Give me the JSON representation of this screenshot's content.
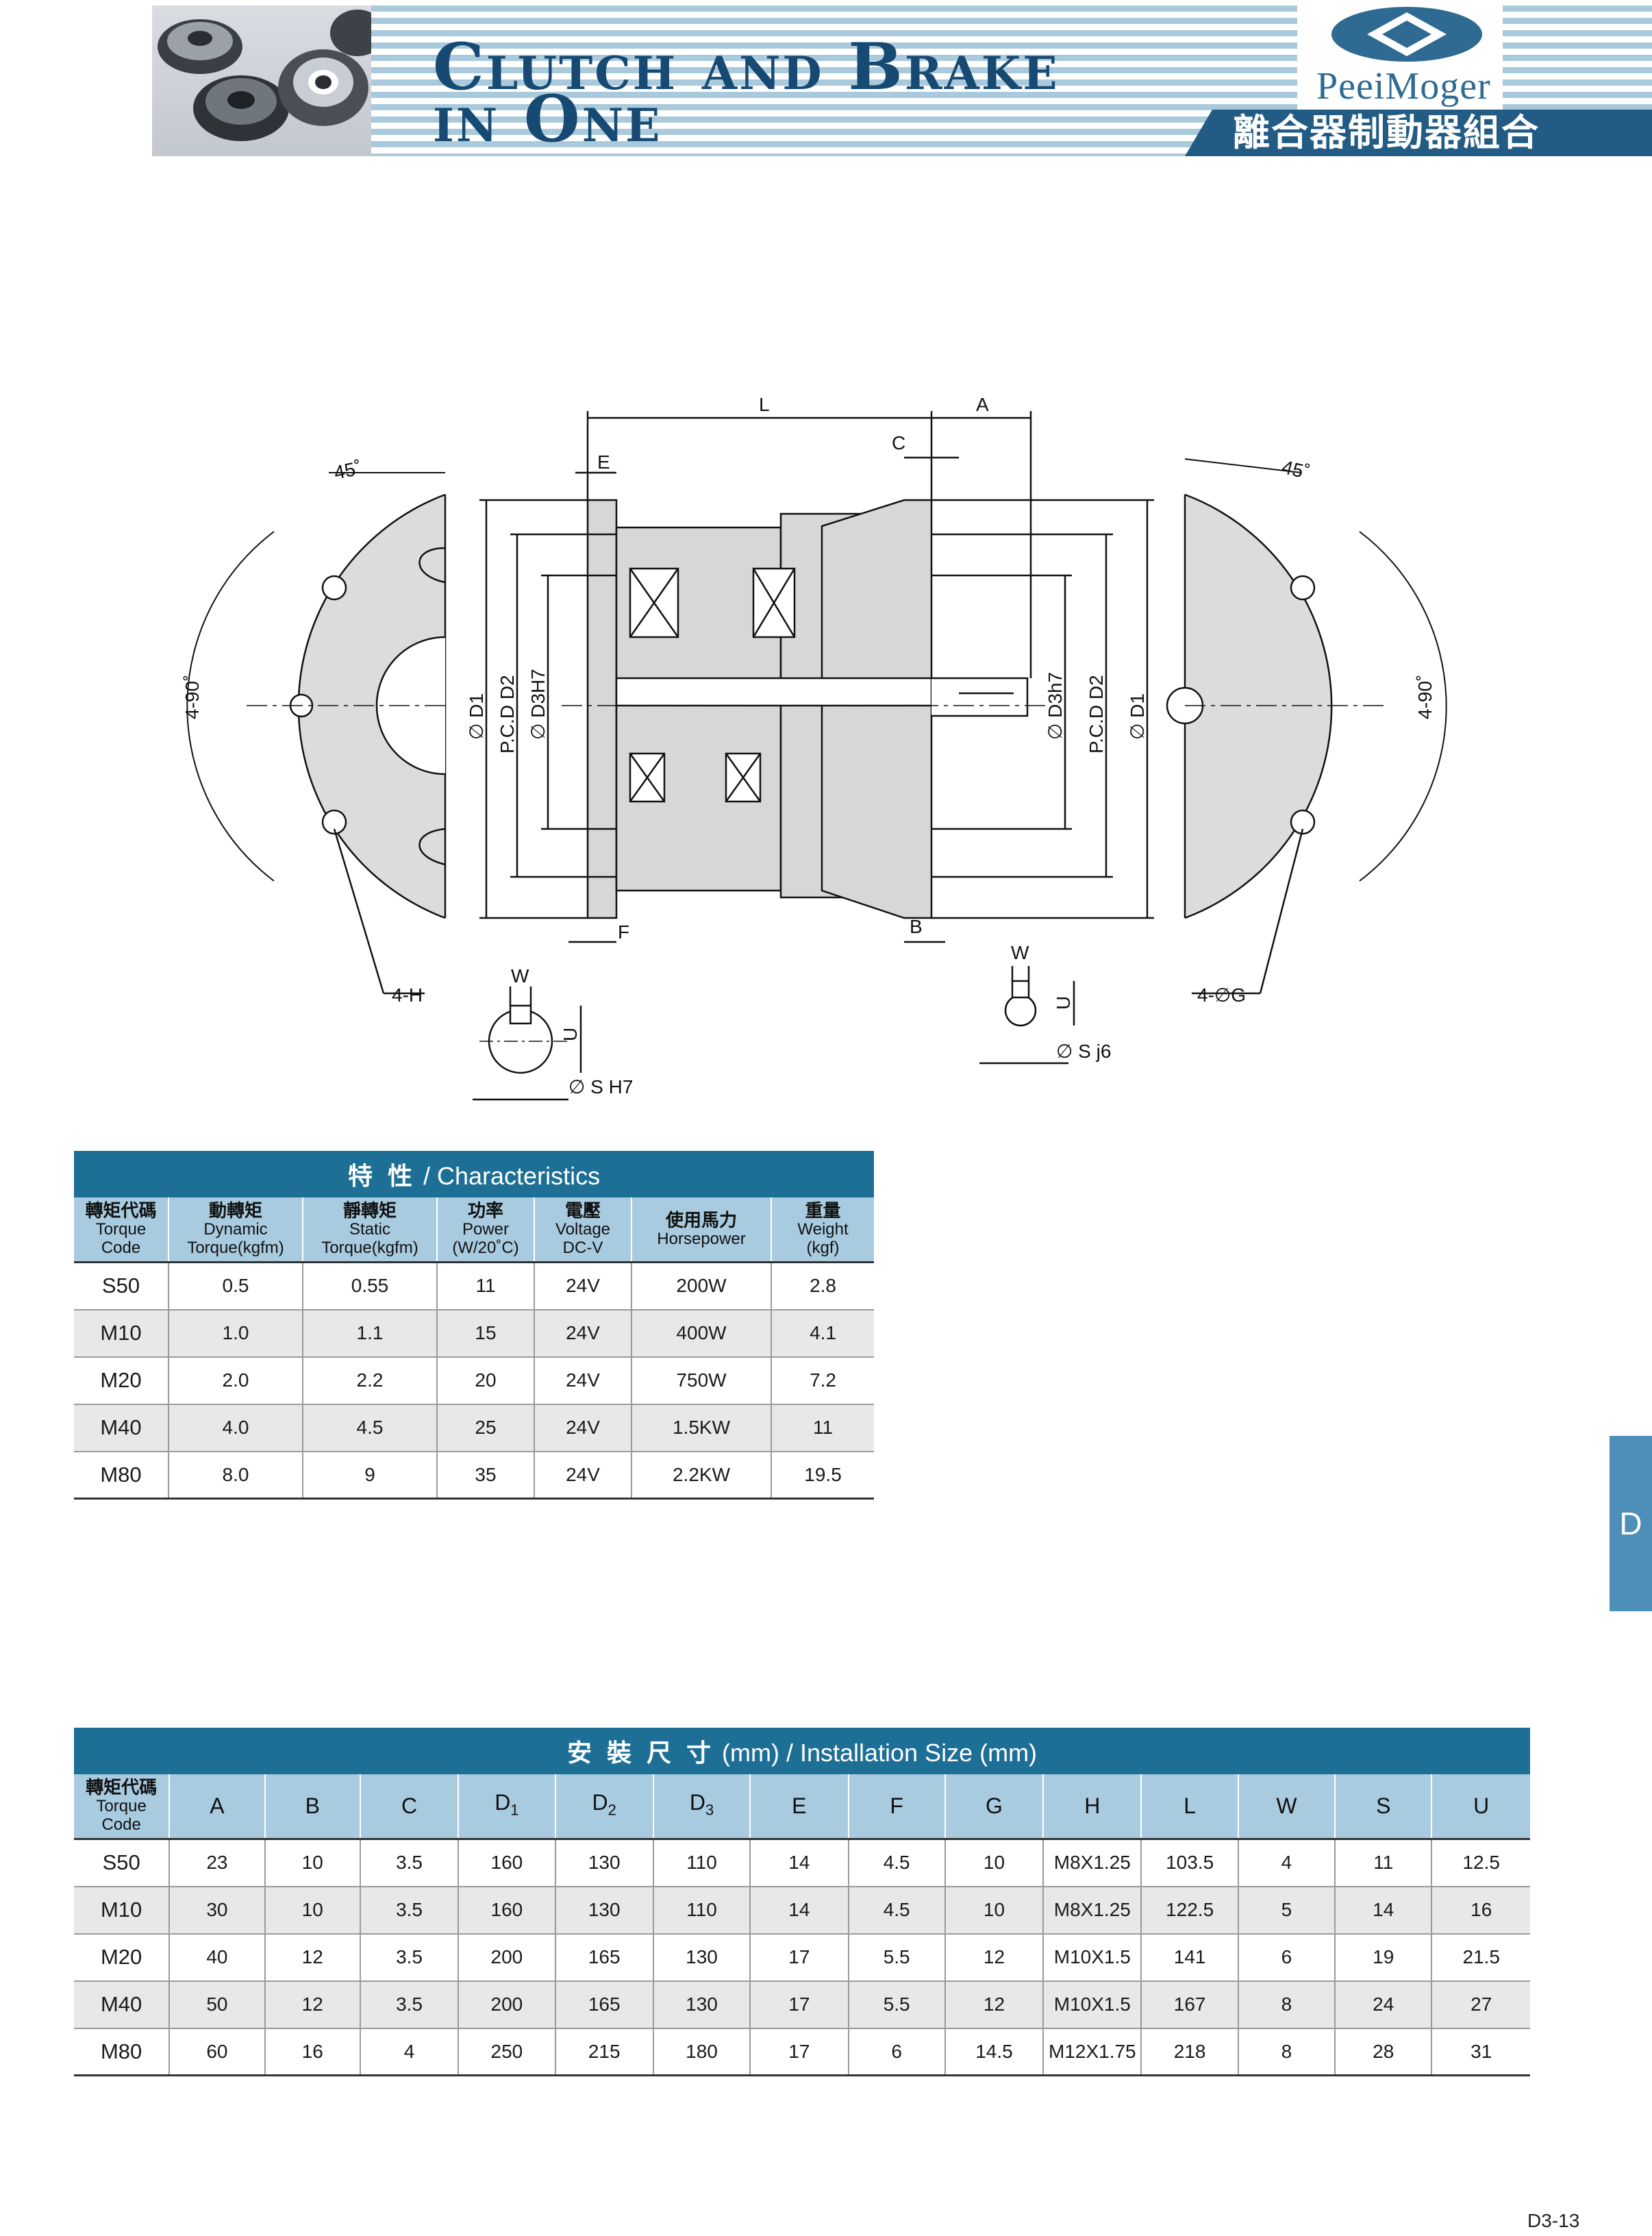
{
  "header": {
    "title_line1": "Clutch and Brake",
    "title_line2": "in One",
    "brand": "PeeiMoger",
    "subtitle_cn": "離合器制動器組合"
  },
  "drawing": {
    "labels": {
      "L": "L",
      "A": "A",
      "C": "C",
      "E": "E",
      "F": "F",
      "B": "B",
      "D1": "∅ D1",
      "PCD_D2": "P.C.D D2",
      "D3H7": "∅ D3H7",
      "D3h7": "∅ D3h7",
      "angle_45": "45˚",
      "angle_4_90": "4-90˚",
      "holes_H": "4-H",
      "holes_G": "4-∅G",
      "W": "W",
      "U": "U",
      "SH7": "∅ S H7",
      "Sj6": "∅ S j6"
    }
  },
  "characteristics": {
    "title_cn": "特 性",
    "title_en": "/ Characteristics",
    "columns": [
      {
        "cn": "轉矩代碼",
        "en1": "Torque",
        "en2": "Code"
      },
      {
        "cn": "動轉矩",
        "en1": "Dynamic",
        "en2": "Torque(kgfm)"
      },
      {
        "cn": "靜轉矩",
        "en1": "Static",
        "en2": "Torque(kgfm)"
      },
      {
        "cn": "功率",
        "en1": "Power",
        "en2": "(W/20˚C)"
      },
      {
        "cn": "電壓",
        "en1": "Voltage",
        "en2": "DC-V"
      },
      {
        "cn": "使用馬力",
        "en1": "Horsepower",
        "en2": ""
      },
      {
        "cn": "重量",
        "en1": "Weight",
        "en2": "(kgf)"
      }
    ],
    "rows": [
      [
        "S50",
        "0.5",
        "0.55",
        "11",
        "24V",
        "200W",
        "2.8"
      ],
      [
        "M10",
        "1.0",
        "1.1",
        "15",
        "24V",
        "400W",
        "4.1"
      ],
      [
        "M20",
        "2.0",
        "2.2",
        "20",
        "24V",
        "750W",
        "7.2"
      ],
      [
        "M40",
        "4.0",
        "4.5",
        "25",
        "24V",
        "1.5KW",
        "11"
      ],
      [
        "M80",
        "8.0",
        "9",
        "35",
        "24V",
        "2.2KW",
        "19.5"
      ]
    ]
  },
  "installation": {
    "title_cn": "安 裝 尺 寸",
    "title_en": "(mm) / Installation Size (mm)",
    "code_header": {
      "cn": "轉矩代碼",
      "en1": "Torque",
      "en2": "Code"
    },
    "columns": [
      "A",
      "B",
      "C",
      "D1",
      "D2",
      "D3",
      "E",
      "F",
      "G",
      "H",
      "L",
      "W",
      "S",
      "U"
    ],
    "rows": [
      [
        "S50",
        "23",
        "10",
        "3.5",
        "160",
        "130",
        "110",
        "14",
        "4.5",
        "10",
        "M8X1.25",
        "103.5",
        "4",
        "11",
        "12.5"
      ],
      [
        "M10",
        "30",
        "10",
        "3.5",
        "160",
        "130",
        "110",
        "14",
        "4.5",
        "10",
        "M8X1.25",
        "122.5",
        "5",
        "14",
        "16"
      ],
      [
        "M20",
        "40",
        "12",
        "3.5",
        "200",
        "165",
        "130",
        "17",
        "5.5",
        "12",
        "M10X1.5",
        "141",
        "6",
        "19",
        "21.5"
      ],
      [
        "M40",
        "50",
        "12",
        "3.5",
        "200",
        "165",
        "130",
        "17",
        "5.5",
        "12",
        "M10X1.5",
        "167",
        "8",
        "24",
        "27"
      ],
      [
        "M80",
        "60",
        "16",
        "4",
        "250",
        "215",
        "180",
        "17",
        "6",
        "14.5",
        "M12X1.75",
        "218",
        "8",
        "28",
        "31"
      ]
    ]
  },
  "side_tab": "D",
  "page_number": "D3-13",
  "colors": {
    "header_blue": "#174a73",
    "table_title_bg": "#1d6f95",
    "table_header_bg": "#a8cbe0",
    "side_tab_bg": "#4d8fb8"
  }
}
